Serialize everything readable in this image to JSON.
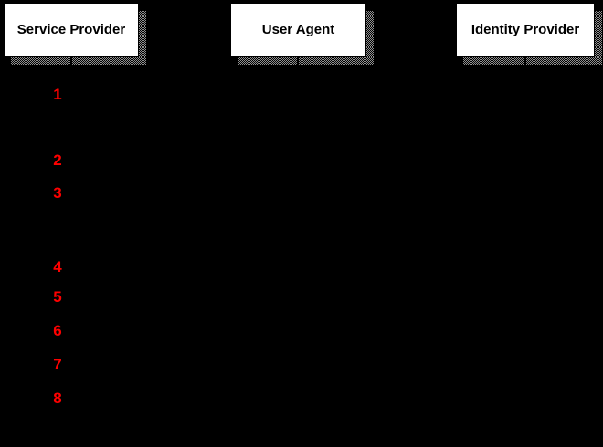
{
  "diagram": {
    "type": "sequence-diagram",
    "colors": {
      "background": "#000000",
      "actor_box_fill": "#ffffff",
      "actor_box_text": "#000000",
      "shadow_dither_gray": "#909090",
      "step_number_red": "#ff0000"
    },
    "actors": [
      {
        "label": "Service Provider"
      },
      {
        "label": "User Agent"
      },
      {
        "label": "Identity Provider"
      }
    ],
    "steps": [
      "1",
      "2",
      "3",
      "4",
      "5",
      "6",
      "7",
      "8"
    ]
  }
}
